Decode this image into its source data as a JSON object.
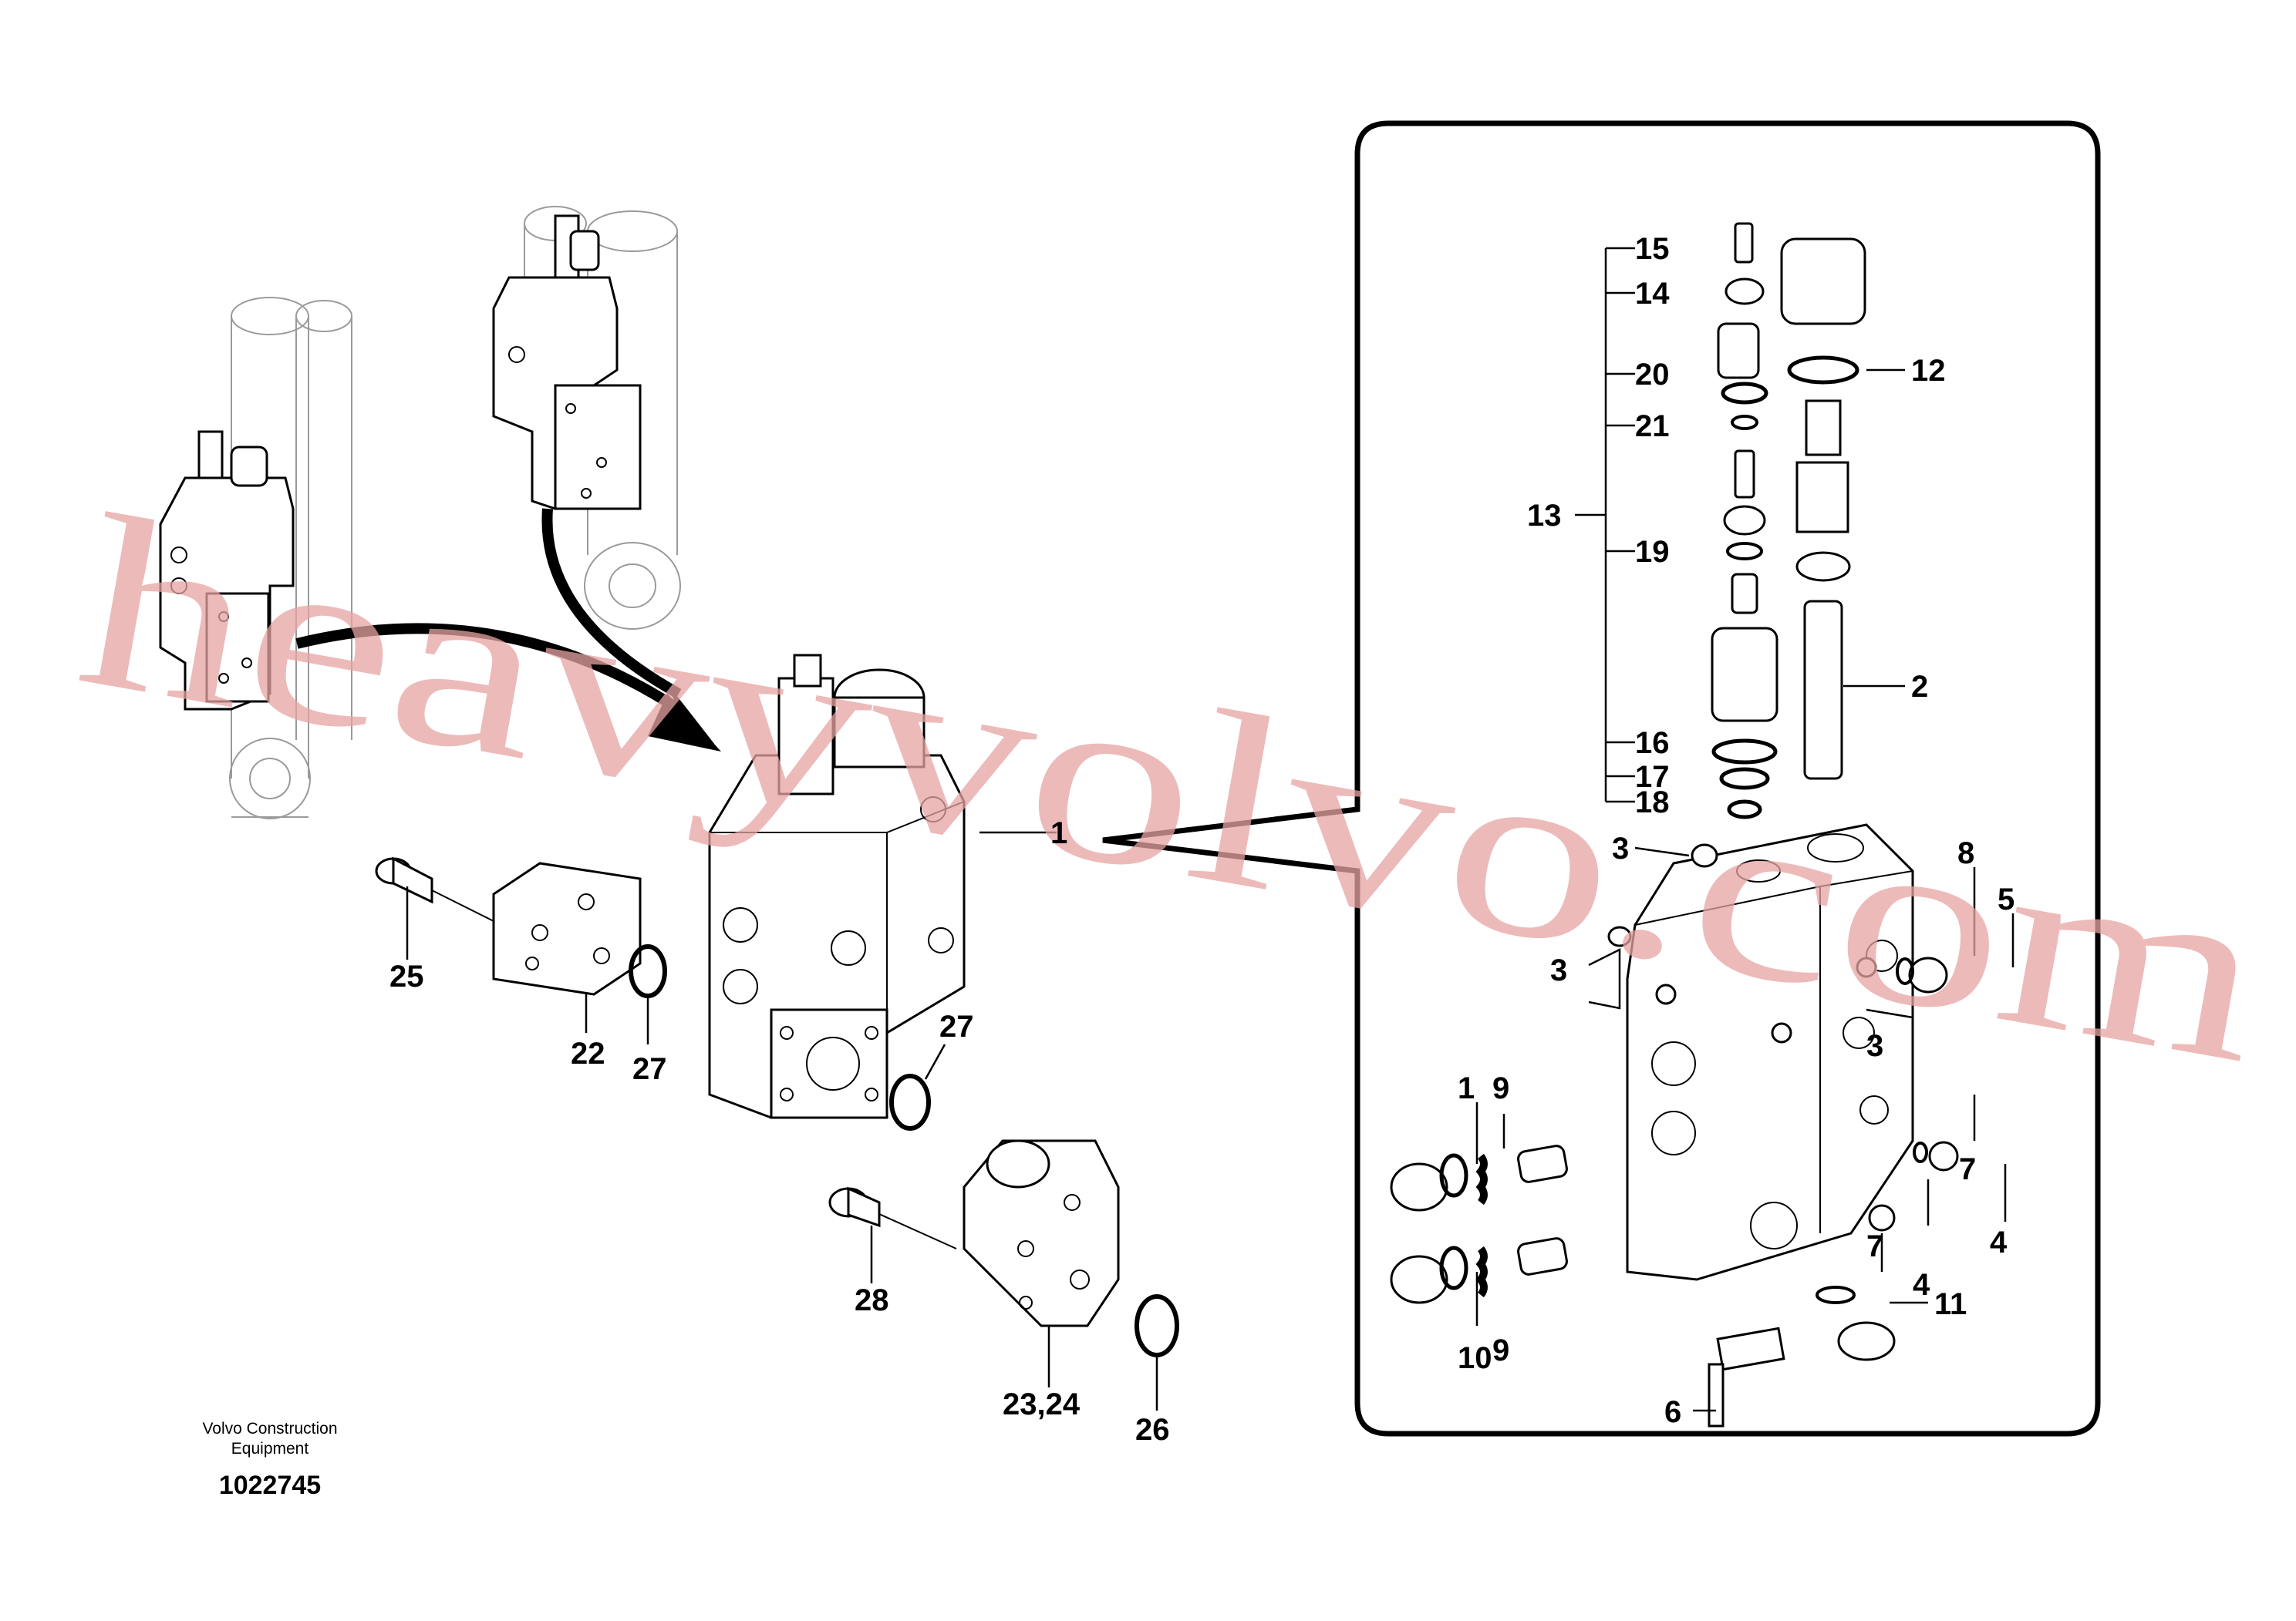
{
  "watermark": "heavyvolvo.com",
  "credit": {
    "line1": "Volvo Construction",
    "line2": "Equipment",
    "code": "1022745"
  },
  "callouts": {
    "main": [
      "1",
      "22",
      "25",
      "27",
      "27",
      "23,24",
      "26",
      "28"
    ],
    "detail": [
      "15",
      "14",
      "20",
      "21",
      "13",
      "19",
      "16",
      "17",
      "18",
      "12",
      "2",
      "3",
      "3",
      "3",
      "8",
      "5",
      "1",
      "9",
      "7",
      "7",
      "4",
      "4",
      "10",
      "9",
      "11",
      "6"
    ]
  }
}
